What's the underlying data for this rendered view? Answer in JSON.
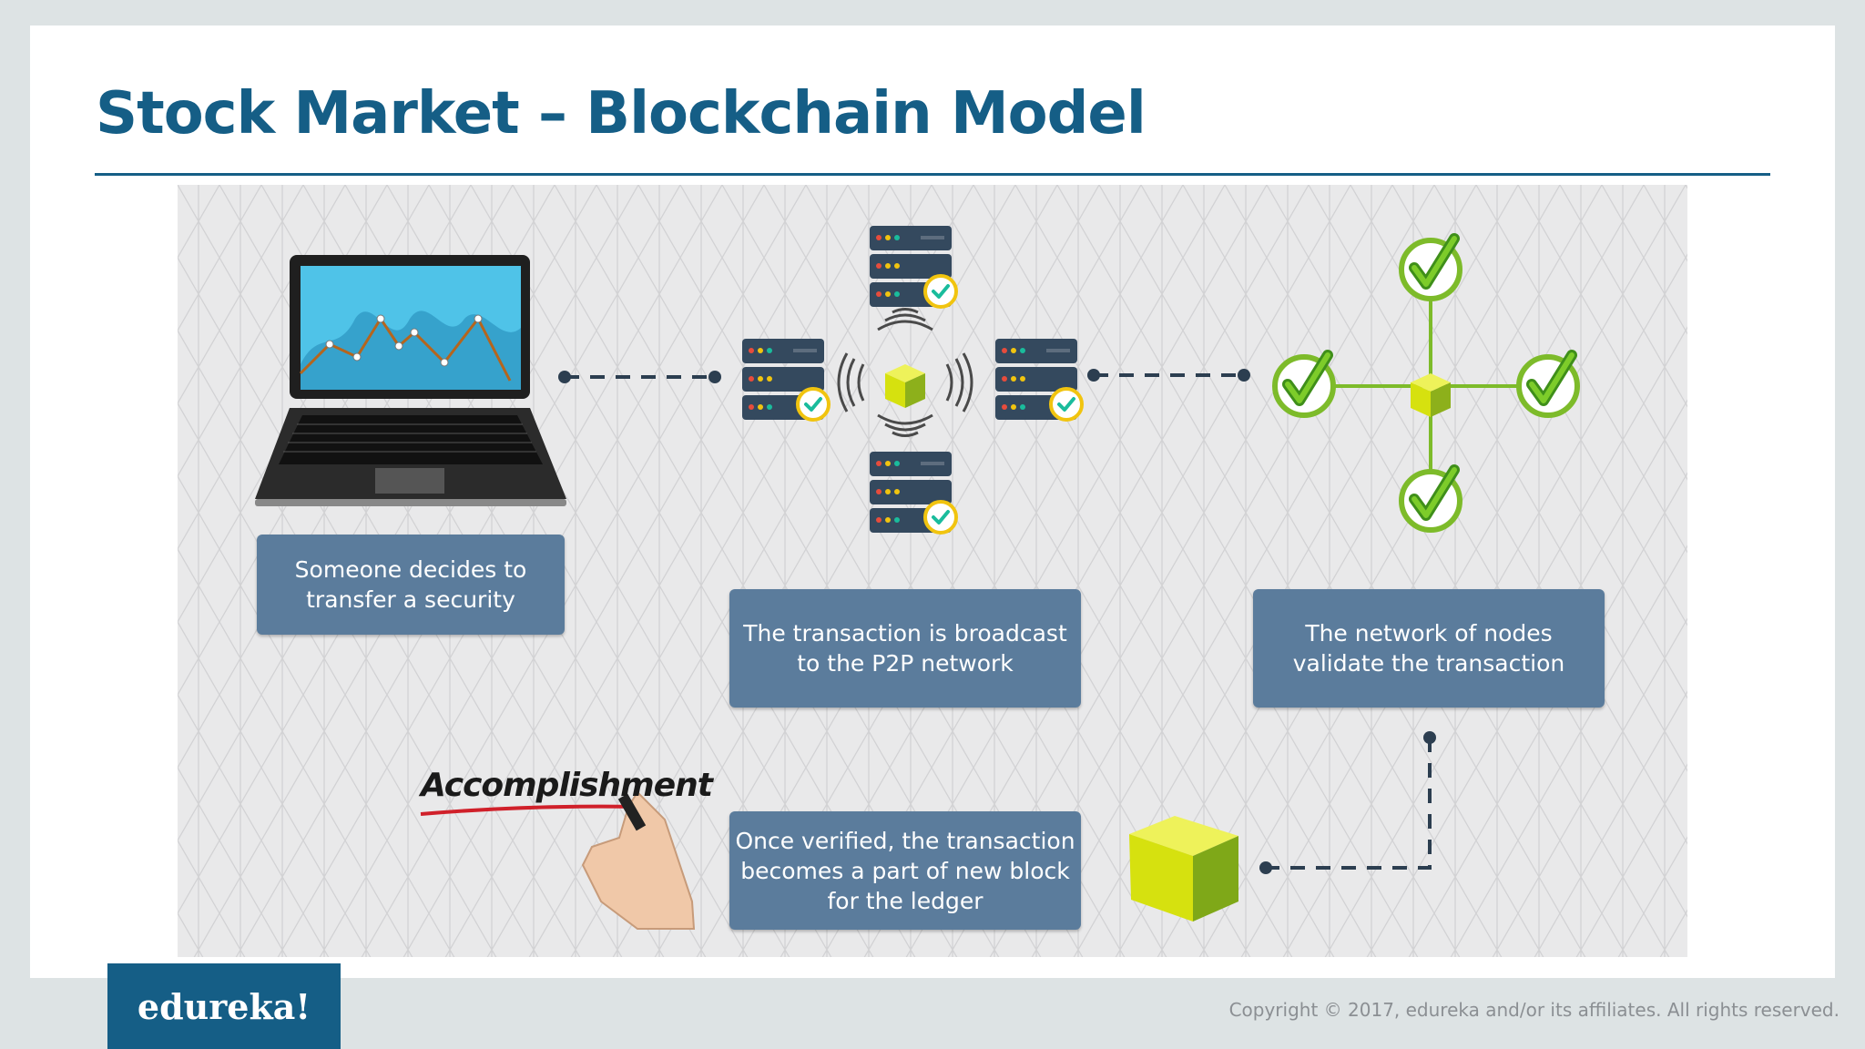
{
  "slide": {
    "title": "Stock Market – Blockchain Model"
  },
  "steps": [
    {
      "lines": [
        "Someone decides to",
        "transfer a security"
      ]
    },
    {
      "lines": [
        "The transaction is broadcast",
        "to the P2P network"
      ]
    },
    {
      "lines": [
        "The network of nodes",
        "validate the transaction"
      ]
    },
    {
      "lines": [
        "Once verified, the transaction",
        "becomes a part of new block",
        "for the ledger"
      ]
    }
  ],
  "illustration": {
    "handwriting": "Accomplishment"
  },
  "icons": [
    "laptop-icon",
    "server-icon",
    "block-cube-icon",
    "checkmark-icon",
    "signal-icon",
    "hand-marker-icon"
  ],
  "colors": {
    "title": "#155e86",
    "box": "#5b7c9c",
    "cube": "#d6e10f",
    "check": "#7dbb2a",
    "server": "#34495e"
  },
  "footer": {
    "logo": "edureka!",
    "copyright": "Copyright © 2017, edureka and/or its affiliates. All rights reserved."
  }
}
